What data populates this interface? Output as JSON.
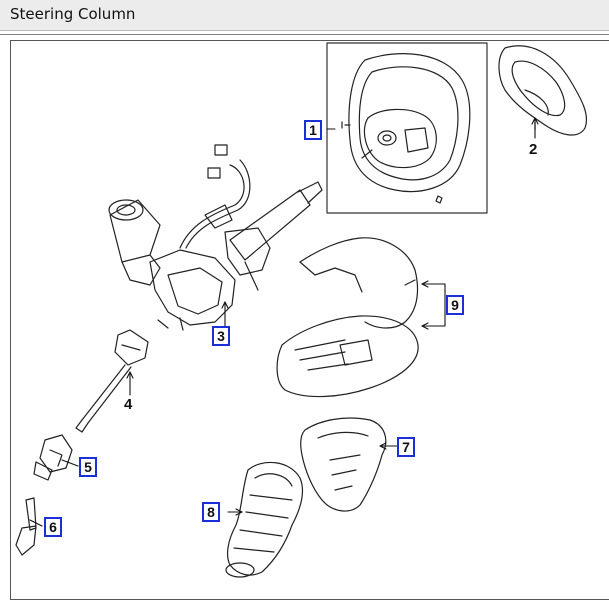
{
  "header": {
    "title": "Steering Column"
  },
  "callouts": {
    "c1": "1",
    "c2": "2",
    "c3": "3",
    "c4": "4",
    "c5": "5",
    "c6": "6",
    "c7": "7",
    "c8": "8",
    "c9": "9"
  },
  "colors": {
    "callout_border": "#1a2fd6",
    "line": "#222222"
  }
}
